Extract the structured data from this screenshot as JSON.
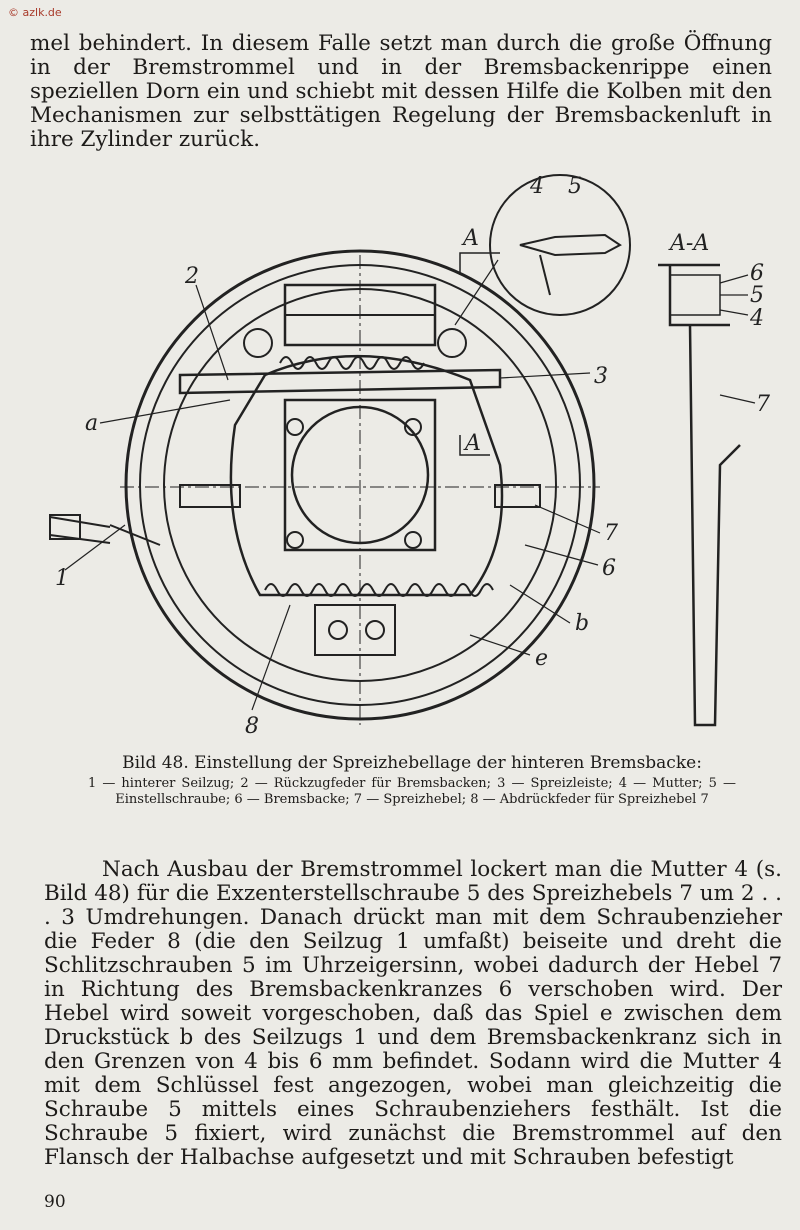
{
  "watermark": "© azlk.de",
  "paragraph_top": "mel behindert. In diesem Falle setzt man durch die große Öffnung in der Bremstrommel und in der Bremsbackenrippe einen speziellen Dorn ein und schiebt mit dessen Hilfe die Kolben mit den Mechanismen zur selbsttätigen Regelung der Bremsbackenluft in ihre Zylinder zurück.",
  "figure": {
    "labels": {
      "l1": "1",
      "l2": "2",
      "l3": "3",
      "l4": "4",
      "l5": "5",
      "l6": "6",
      "l7": "7",
      "l8": "8",
      "la": "a",
      "lb": "b",
      "le": "e",
      "section_a": "A",
      "section_a_lower": "A",
      "section_aa": "A-A",
      "inset_4": "4",
      "inset_5": "5",
      "side_6": "6",
      "side_5": "5",
      "side_4": "4",
      "side_7": "7"
    }
  },
  "caption": {
    "title": "Bild 48. Einstellung der Spreizhebellage der hinteren Bremsbacke:",
    "legend": "1 — hinterer Seilzug; 2 — Rückzugfeder für Bremsbacken; 3 — Spreizleiste; 4 — Mutter; 5 — Einstellschraube; 6 — Bremsbacke; 7 — Spreizhebel; 8 — Abdrückfeder für Spreizhebel 7"
  },
  "paragraph_main": "Nach Ausbau der Bremstrommel lockert man die Mutter 4 (s. Bild 48) für die Exzenterstellschraube 5 des Spreizhebels 7 um 2 . . . 3 Umdrehungen. Danach drückt man mit dem Schraubenzieher die Feder 8 (die den Seilzug 1 umfaßt) beiseite und dreht die Schlitzschrauben 5 im Uhrzeigersinn, wobei dadurch der Hebel 7 in Richtung des Bremsbackenkranzes 6 verschoben wird. Der Hebel wird soweit vorgeschoben, daß das Spiel e zwischen dem Druckstück b des Seilzugs 1 und dem Bremsbackenkranz sich in den Grenzen von 4 bis 6 mm befindet. Sodann wird die Mutter 4 mit dem Schlüssel fest angezogen, wobei man gleichzeitig die Schraube 5 mittels eines Schraubenziehers festhält. Ist die Schraube 5 fixiert, wird zunächst die Bremstrommel auf den Flansch der Halbachse aufgesetzt und mit Schrauben befestigt",
  "page_number": "90"
}
